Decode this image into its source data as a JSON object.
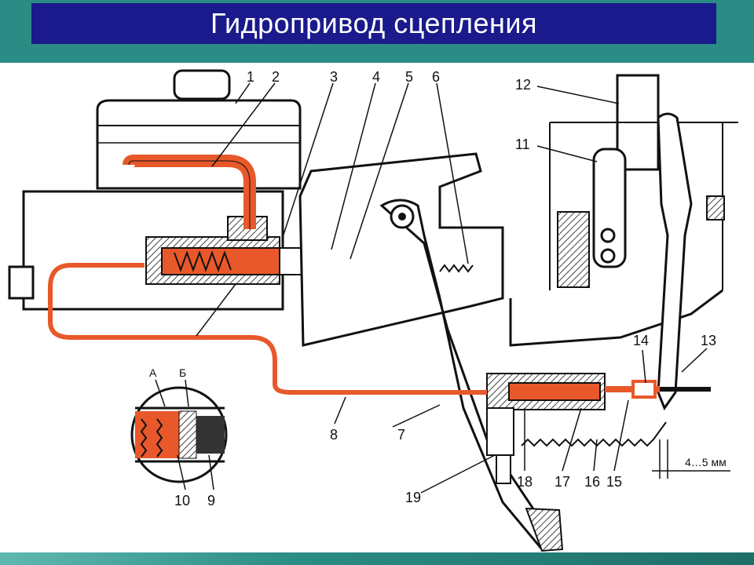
{
  "title": "Гидропривод сцепления",
  "colors": {
    "band": "#2a8c84",
    "title_bg": "#1a1a8c",
    "fluid": "#e8582a",
    "line": "#111111"
  },
  "labels": {
    "n1": "1",
    "n2": "2",
    "n3": "3",
    "n4": "4",
    "n5": "5",
    "n6": "6",
    "n7": "7",
    "n8": "8",
    "n9": "9",
    "n10": "10",
    "n11": "11",
    "n12": "12",
    "n13": "13",
    "n14": "14",
    "n15": "15",
    "n16": "16",
    "n17": "17",
    "n18": "18",
    "n19": "19",
    "a": "А",
    "b": "Б",
    "gap": "4…5 мм"
  }
}
